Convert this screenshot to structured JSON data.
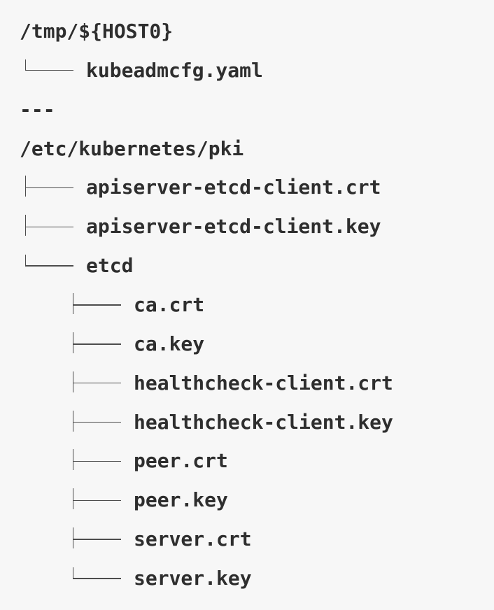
{
  "colors": {
    "background": "#f7f7f7",
    "text": "#2e2e2e",
    "tree_line": "#4d4d4d"
  },
  "code_block": {
    "lines": [
      {
        "type": "text",
        "name": "tmp-root-path",
        "text": "/tmp/${HOST0}"
      },
      {
        "type": "entry",
        "level": 0,
        "connector": "elbow",
        "prefix": "└──",
        "label": "kubeadmcfg.yaml"
      },
      {
        "type": "text",
        "name": "yaml-separator",
        "text": "---"
      },
      {
        "type": "text",
        "name": "pki-root-path",
        "text": "/etc/kubernetes/pki"
      },
      {
        "type": "entry",
        "level": 0,
        "connector": "tee",
        "prefix": "├──",
        "label": "apiserver-etcd-client.crt"
      },
      {
        "type": "entry",
        "level": 0,
        "connector": "tee",
        "prefix": "├──",
        "label": "apiserver-etcd-client.key"
      },
      {
        "type": "entry",
        "level": 0,
        "connector": "elbow",
        "prefix": "└──",
        "label": "etcd"
      },
      {
        "type": "entry",
        "level": 1,
        "connector": "tee",
        "prefix": "├──",
        "label": "ca.crt"
      },
      {
        "type": "entry",
        "level": 1,
        "connector": "tee",
        "prefix": "├──",
        "label": "ca.key"
      },
      {
        "type": "entry",
        "level": 1,
        "connector": "tee",
        "prefix": "├──",
        "label": "healthcheck-client.crt"
      },
      {
        "type": "entry",
        "level": 1,
        "connector": "tee",
        "prefix": "├──",
        "label": "healthcheck-client.key"
      },
      {
        "type": "entry",
        "level": 1,
        "connector": "tee",
        "prefix": "├──",
        "label": "peer.crt"
      },
      {
        "type": "entry",
        "level": 1,
        "connector": "tee",
        "prefix": "├──",
        "label": "peer.key"
      },
      {
        "type": "entry",
        "level": 1,
        "connector": "tee",
        "prefix": "├──",
        "label": "server.crt"
      },
      {
        "type": "entry",
        "level": 1,
        "connector": "elbow",
        "prefix": "└──",
        "label": "server.key"
      }
    ]
  }
}
